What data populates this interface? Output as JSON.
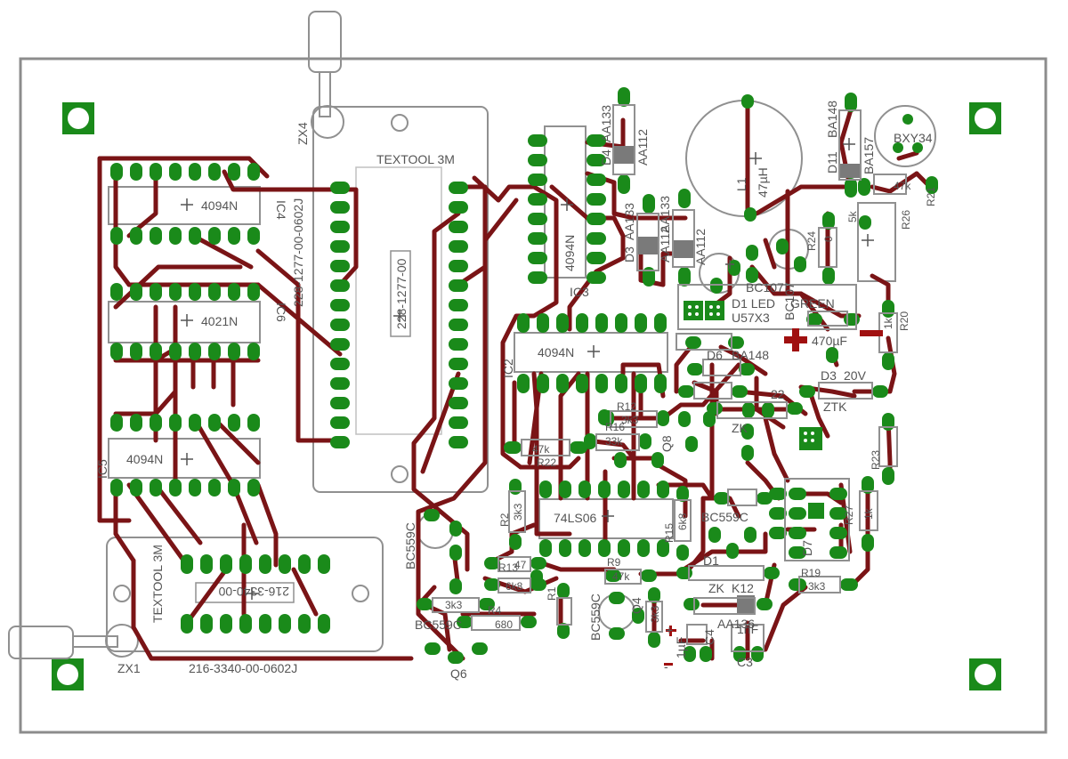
{
  "colors": {
    "trace": "#7a1416",
    "pad": "#1a8a1a",
    "silk": "#909090",
    "board": "#8c8c8c",
    "drill": "#ffffff",
    "polarity": "#a01010"
  },
  "labels": {
    "textool_top": "TEXTOOL 3M",
    "textool_bottom": "TEXTOOL 3M",
    "zx4": "ZX4",
    "zx1": "ZX1",
    "ic4": "IC4",
    "ic4_part": "4094N",
    "ic6": "IC6",
    "ic6_part": "4021N",
    "ic5": "IC5",
    "ic5_part": "4094N",
    "ic3": "IC3",
    "ic3_part": "4094N",
    "ic2": "IC2",
    "ic2_part": "4094N",
    "ic1_part": "74LS06",
    "socket_top_v": "228-1277-00-0602J",
    "socket_top_box": "228-1277-00",
    "socket_bottom_box": "216-3340-00",
    "socket_bottom": "216-3340-00-0602J",
    "d4_name": "D4",
    "d4_part": "AA133",
    "d4_part2": "AA112",
    "d5_part": "AA133",
    "d5_part2": "AA112",
    "d3_part": "AA133",
    "d11": "D11",
    "d11_part": "BA148",
    "ba157": "BA157",
    "bxy34": "BXY34",
    "l1": "L1",
    "l1_val": "47µH",
    "r21": "R21",
    "r21_val": "47k",
    "r26": "R26",
    "r26_val": "5k",
    "r24": "R24",
    "r24_val": "0",
    "r20": "R20",
    "r20_val": "1k",
    "r23": "R23",
    "r23_val": "1k",
    "r19": "R19",
    "r19_val": "3k3",
    "cap_470": "470µF",
    "d3_ztk": "D3",
    "val_20v": "20V",
    "ztk": "ZTK",
    "led": "D1 LED",
    "u57": "U57X3",
    "green": "GREEN",
    "bc107": "BC107",
    "ba148": "BA148",
    "r12": "R12",
    "r12_val": "3k3",
    "r16": "R16",
    "r16_val": "33k",
    "q8": "Q8",
    "r22": "R22",
    "r22_val": "47k",
    "r2": "R2",
    "r2_val": "3k3",
    "r15": "R15",
    "r15_val": "6k8",
    "bc559c_a": "BC559C",
    "bc559c_b": "BC559C",
    "bc559c_c": "BC559C",
    "bc559c_d": "BC559C",
    "r9": "R9",
    "r9_val": "47k",
    "r13": "R13",
    "r13_val": "47",
    "r6k8": "6k8",
    "r4": "R4",
    "r4_val": "680",
    "r3k3": "3k3",
    "q6": "Q6",
    "q4": "Q4",
    "r8_val": "3k3",
    "r1": "R1",
    "c4": "C4",
    "c3": "C3",
    "c1u": "1µF",
    "c1n": "1nF",
    "aa136": "AA136",
    "zk": "ZK",
    "k12": "K12",
    "d1": "D1",
    "plus": "+",
    "minus": "-",
    "zk22": "22",
    "d6": "D6",
    "d7": "D7",
    "r27": "R27",
    "e7": "ZK"
  }
}
